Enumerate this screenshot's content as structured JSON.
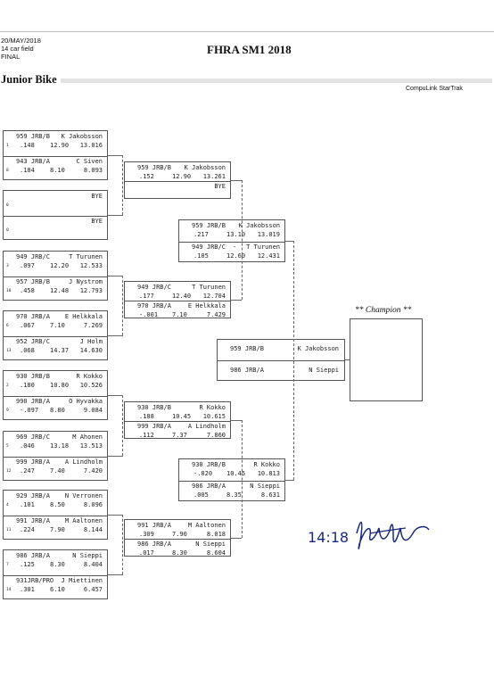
{
  "header": {
    "date": "20/MAY/2018",
    "field": "14 car field",
    "round": "FINAL",
    "title": "FHRA SM1 2018",
    "class": "Junior Bike",
    "brand": "CompuLink StarTrak"
  },
  "champion_label": "** Champion **",
  "signature_text": "14:18",
  "round1": [
    {
      "top": {
        "line1": [
          "959 JRB/B",
          "K Jakobsson"
        ],
        "seed": "1",
        "line2": [
          ".148",
          "12.90",
          "13.016"
        ]
      },
      "bot": {
        "line1": [
          "943 JRB/A",
          "C Siven"
        ],
        "seed": "8",
        "line2": [
          ".184",
          "8.10",
          "8.093"
        ]
      }
    },
    {
      "top": {
        "line1": [
          "",
          "BYE"
        ],
        "seed": "0",
        "line2": [
          "",
          "",
          ""
        ]
      },
      "bot": {
        "line1": [
          "",
          "BYE"
        ],
        "seed": "0",
        "line2": [
          "",
          "",
          ""
        ]
      }
    },
    {
      "top": {
        "line1": [
          "949 JRB/C",
          "T Turunen"
        ],
        "seed": "3",
        "line2": [
          ".097",
          "12.20",
          "12.533"
        ]
      },
      "bot": {
        "line1": [
          "957 JRB/B",
          "J Nystrom"
        ],
        "seed": "10",
        "line2": [
          ".458",
          "12.48",
          "12.793"
        ]
      }
    },
    {
      "top": {
        "line1": [
          "970 JRB/A",
          "E Helkkala"
        ],
        "seed": "6",
        "line2": [
          ".067",
          "7.10",
          "7.269"
        ]
      },
      "bot": {
        "line1": [
          "952 JRB/C",
          "J Holm"
        ],
        "seed": "13",
        "line2": [
          ".068",
          "14.37",
          "14.630"
        ]
      }
    },
    {
      "top": {
        "line1": [
          "930 JRB/B",
          "R Kokko"
        ],
        "seed": "2",
        "line2": [
          ".180",
          "10.80",
          "10.526"
        ]
      },
      "bot": {
        "line1": [
          "990 JRB/A",
          "O Hyvakka"
        ],
        "seed": "9",
        "line2": [
          "-.097",
          "8.80",
          "9.084"
        ]
      }
    },
    {
      "top": {
        "line1": [
          "969 JRB/C",
          "M Ahonen"
        ],
        "seed": "5",
        "line2": [
          ".046",
          "13.18",
          "13.513"
        ]
      },
      "bot": {
        "line1": [
          "999 JRB/A",
          "A Lindholm"
        ],
        "seed": "12",
        "line2": [
          ".247",
          "7.40",
          "7.420"
        ]
      }
    },
    {
      "top": {
        "line1": [
          "929 JRB/A",
          "N Verronen"
        ],
        "seed": "4",
        "line2": [
          ".101",
          "8.50",
          "8.096"
        ]
      },
      "bot": {
        "line1": [
          "991 JRB/A",
          "M Aaltonen"
        ],
        "seed": "11",
        "line2": [
          ".224",
          "7.90",
          "8.144"
        ]
      }
    },
    {
      "top": {
        "line1": [
          "986 JRB/A",
          "N Sieppi"
        ],
        "seed": "7",
        "line2": [
          ".125",
          "8.30",
          "8.404"
        ]
      },
      "bot": {
        "line1": [
          "931JRB/PRO",
          "J Miettinen"
        ],
        "seed": "14",
        "line2": [
          ".301",
          "6.10",
          "6.457"
        ]
      }
    }
  ],
  "round2": [
    {
      "top": {
        "line1": [
          "959 JRB/B",
          "K Jakobsson"
        ],
        "line2": [
          ".152",
          "12.90",
          "13.261"
        ]
      },
      "bot": {
        "line1": [
          "",
          "BYE"
        ],
        "line2": [
          "",
          "",
          ""
        ]
      }
    },
    {
      "top": {
        "line1": [
          "949 JRB/C",
          "T Turunen"
        ],
        "line2": [
          ".177",
          "12.40",
          "12.704"
        ]
      },
      "bot": {
        "line1": [
          "970 JRB/A",
          "E Helkkala"
        ],
        "line2": [
          "-.001",
          "7.10",
          "7.429"
        ]
      }
    },
    {
      "top": {
        "line1": [
          "930 JRB/B",
          "R Kokko"
        ],
        "line2": [
          ".188",
          "10.45",
          "10.615"
        ]
      },
      "bot": {
        "line1": [
          "999 JRB/A",
          "A Lindholm"
        ],
        "line2": [
          ".112",
          "7.37",
          "7.860"
        ]
      }
    },
    {
      "top": {
        "line1": [
          "991 JRB/A",
          "M Aaltonen"
        ],
        "line2": [
          ".309",
          "7.90",
          "8.018"
        ]
      },
      "bot": {
        "line1": [
          "986 JRB/A",
          "N Sieppi"
        ],
        "line2": [
          ".017",
          "8.30",
          "8.604"
        ]
      }
    }
  ],
  "round3": [
    {
      "top": {
        "line1": [
          "959 JRB/B",
          "K Jakobsson"
        ],
        "line2": [
          ".217",
          "13.10",
          "13.019"
        ]
      },
      "bot": {
        "line1": [
          "949 JRB/C",
          "-",
          "T Turunen"
        ],
        "line2": [
          ".105",
          "12.60",
          "12.431"
        ]
      }
    },
    {
      "top": {
        "line1": [
          "930 JRB/B",
          "R Kokko"
        ],
        "line2": [
          "-.020",
          "10.45",
          "10.813"
        ]
      },
      "bot": {
        "line1": [
          "986 JRB/A",
          "N Sieppi"
        ],
        "line2": [
          ".005",
          "8.35",
          "8.631"
        ]
      }
    }
  ],
  "final": {
    "top": {
      "line1": [
        "959 JRB/B",
        "K Jakobsson"
      ]
    },
    "bot": {
      "line1": [
        "986 JRB/A",
        "N Sieppi"
      ]
    }
  }
}
